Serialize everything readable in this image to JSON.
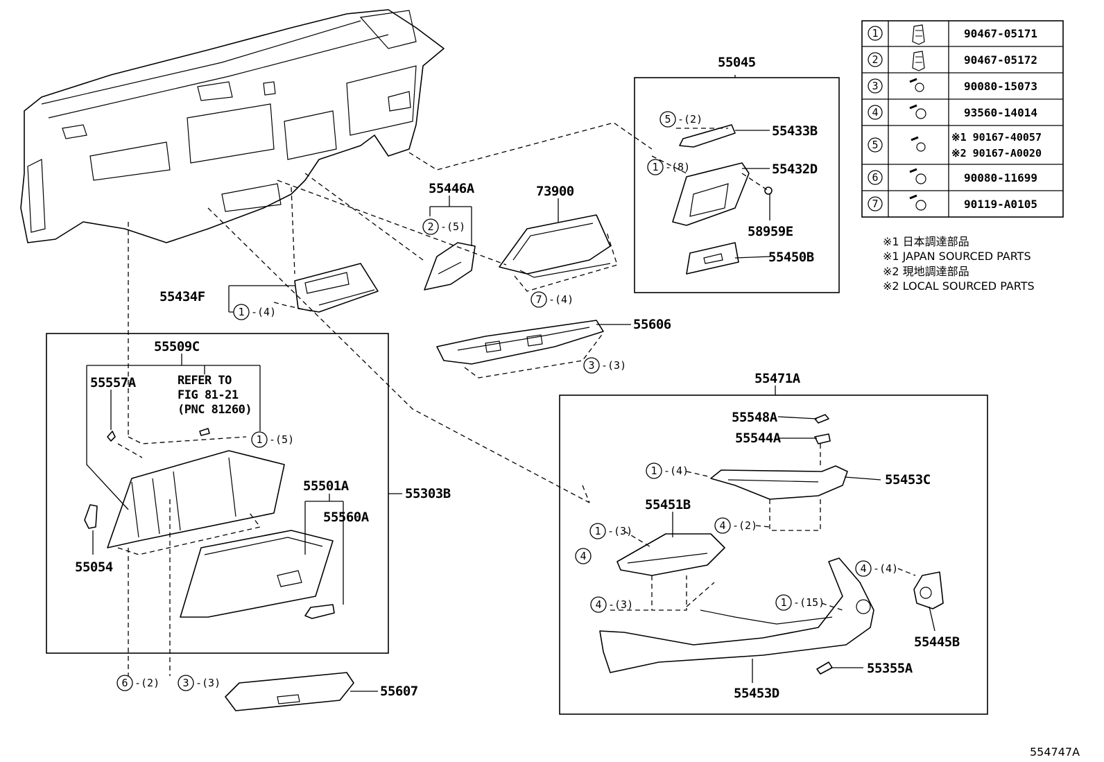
{
  "labels": {
    "p55045": "55045",
    "p55433B": "55433B",
    "p55432D": "55432D",
    "p58959E": "58959E",
    "p55450B": "55450B",
    "p55446A": "55446A",
    "p73900": "73900",
    "p55434F": "55434F",
    "p55606": "55606",
    "p55509C": "55509C",
    "p55557A": "55557A",
    "p55501A": "55501A",
    "p55560A": "55560A",
    "p55303B": "55303B",
    "p55054": "55054",
    "p55607": "55607",
    "p55471A": "55471A",
    "p55548A": "55548A",
    "p55544A": "55544A",
    "p55453C": "55453C",
    "p55451B": "55451B",
    "p55445B": "55445B",
    "p55355A": "55355A",
    "p55453D": "55453D",
    "fig_id": "554747A"
  },
  "refer": {
    "line1": "REFER TO",
    "line2": "FIG 81-21",
    "line3": "(PNC 81260)"
  },
  "callouts": [
    {
      "num": "5",
      "qty": "-(2)"
    },
    {
      "num": "1",
      "qty": "-(8)"
    },
    {
      "num": "2",
      "qty": "-(5)"
    },
    {
      "num": "7",
      "qty": "-(4)"
    },
    {
      "num": "1",
      "qty": "-(4)"
    },
    {
      "num": "3",
      "qty": "-(3)"
    },
    {
      "num": "1",
      "qty": "-(5)"
    },
    {
      "num": "6",
      "qty": "-(2)"
    },
    {
      "num": "3",
      "qty": "-(3)"
    },
    {
      "num": "1",
      "qty": "-(4)"
    },
    {
      "num": "4",
      "qty": "-(2)"
    },
    {
      "num": "1",
      "qty": "-(3)"
    },
    {
      "num": "4",
      "qty": ""
    },
    {
      "num": "4",
      "qty": "-(3)"
    },
    {
      "num": "1",
      "qty": "-(15)"
    },
    {
      "num": "4",
      "qty": "-(4)"
    }
  ],
  "fastener_table": [
    {
      "num": "1",
      "part": "90467-05171"
    },
    {
      "num": "2",
      "part": "90467-05172"
    },
    {
      "num": "3",
      "part": "90080-15073"
    },
    {
      "num": "4",
      "part": "93560-14014"
    },
    {
      "num": "5",
      "part": "※1 90167-40057",
      "part2": "※2 90167-A0020"
    },
    {
      "num": "6",
      "part": "90080-11699"
    },
    {
      "num": "7",
      "part": "90119-A0105"
    }
  ],
  "notes": [
    "※1 日本調達部品",
    "※1 JAPAN SOURCED PARTS",
    "※2 現地調達部品",
    "※2 LOCAL SOURCED PARTS"
  ]
}
